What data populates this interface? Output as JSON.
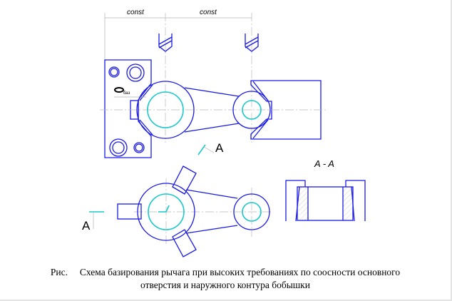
{
  "diagram": {
    "dimension_left": "const",
    "dimension_right": "const",
    "base_symbol": "Q",
    "base_symbol_sub": "баз",
    "section_mark_top": "A",
    "section_mark_left": "A",
    "section_title": "A - A"
  },
  "caption": {
    "prefix": "Рис.",
    "line1": "Схема базирования рычага при высоких требованиях по соосности основного",
    "line2": "отверстия и наружного контура бобышки"
  },
  "colors": {
    "contour": "#1a1ae6",
    "bore": "#19c8c8",
    "aux": "#b0b0b0"
  }
}
